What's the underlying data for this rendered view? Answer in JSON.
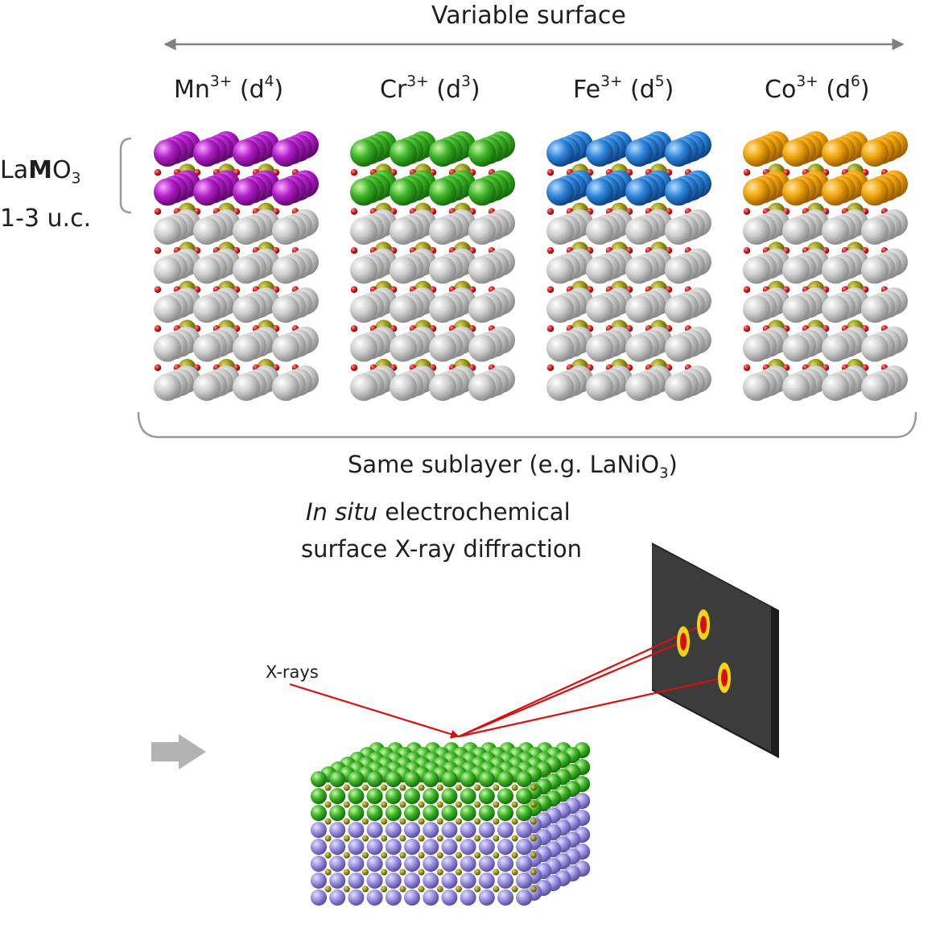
{
  "header": {
    "variable_surface": "Variable surface"
  },
  "columns": [
    {
      "ion": "Mn",
      "charge": "3+",
      "config_open": "(d",
      "d_count": "4",
      "config_close": ")",
      "surface_color": "#b21fc9"
    },
    {
      "ion": "Cr",
      "charge": "3+",
      "config_open": "(d",
      "d_count": "3",
      "config_close": ")",
      "surface_color": "#3db528"
    },
    {
      "ion": "Fe",
      "charge": "3+",
      "config_open": "(d",
      "d_count": "5",
      "config_close": ")",
      "surface_color": "#2f86dc"
    },
    {
      "ion": "Co",
      "charge": "3+",
      "config_open": "(d",
      "d_count": "6",
      "config_close": ")",
      "surface_color": "#f0a50c"
    }
  ],
  "side_label": {
    "la": "La",
    "m": "M",
    "o": "O",
    "o_sub": "3",
    "thickness": "1-3 u.c."
  },
  "sublayer": {
    "text": "Same sublayer (e.g. LaNiO",
    "sub": "3",
    "close": ")"
  },
  "method": {
    "italic": "In situ",
    "line1_rest": " electrochemical",
    "line2": "surface X-ray diffraction"
  },
  "xrays": {
    "label": "X-rays"
  },
  "colors": {
    "la_sublayer": "#c8c8c8",
    "b_site": "#8a8a14",
    "oxygen": "#d21a1a",
    "beam": "#d61010",
    "slab_surface": "#3db528",
    "slab_bulk": "#9a8fe0",
    "detector": "#3c3c3c",
    "spot_ring": "#f3d21a",
    "arrow": "#b3b3b3"
  }
}
